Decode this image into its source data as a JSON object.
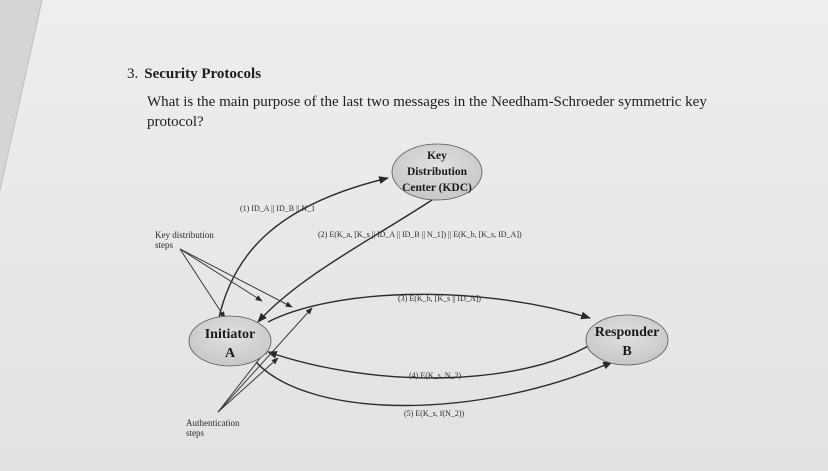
{
  "question": {
    "number": "3.",
    "title": "Security Protocols",
    "text": "What is the main purpose of the last two messages in the Needham-Schroeder symmetric key protocol?"
  },
  "diagram": {
    "kdc": {
      "line1": "Key",
      "line2": "Distribution",
      "line3": "Center (KDC)"
    },
    "initiator": {
      "line1": "Initiator",
      "line2": "A"
    },
    "responder": {
      "line1": "Responder",
      "line2": "B"
    },
    "labels": {
      "key_distribution": "Key distribution",
      "key_steps": "steps",
      "authentication": "Authentication",
      "auth_steps": "steps"
    },
    "messages": {
      "m1": "(1) ID_A || ID_B || N_1",
      "m2": "(2) E(K_a, [K_s || ID_A || ID_B || N_1]) || E(K_b, [K_s, ID_A])",
      "m3": "(3) E(K_b, [K_s || ID_A])",
      "m4": "(4) E(K_s, N_2)",
      "m5": "(5) E(K_s, f(N_2))"
    }
  },
  "colors": {
    "text": "#1d1d1f",
    "node_fill": "#d0cfcd",
    "arrow": "#2a2a2a"
  }
}
